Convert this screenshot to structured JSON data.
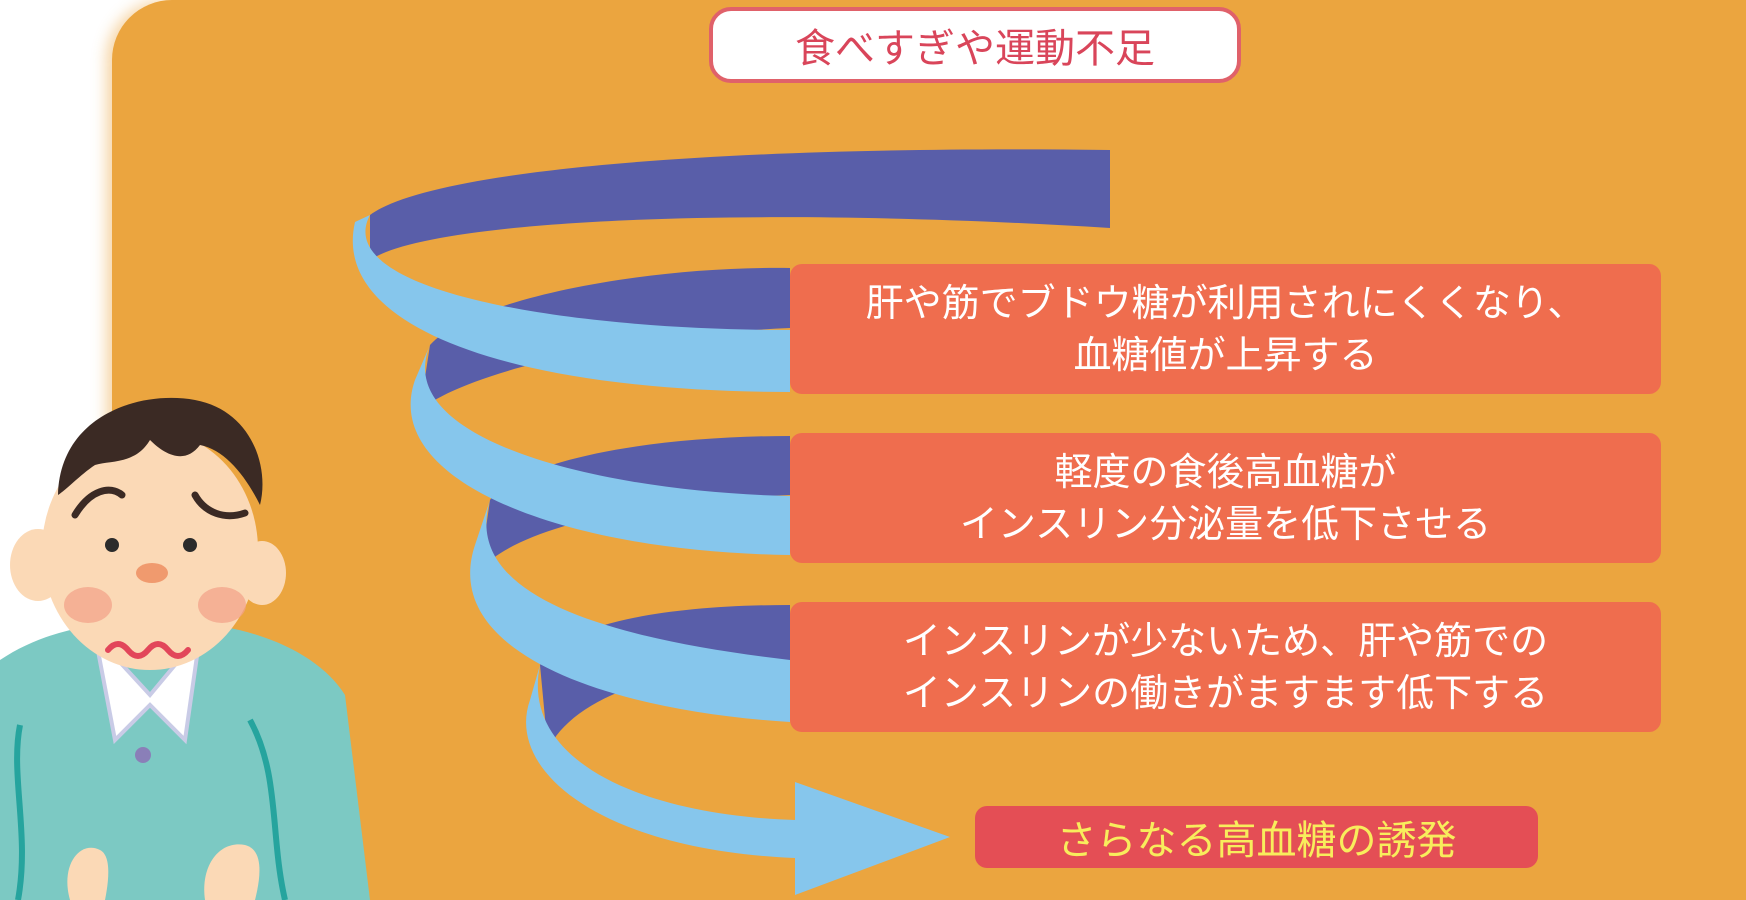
{
  "top_label": "食べすぎや運動不足",
  "steps": [
    {
      "lines": [
        "肝や筋でブドウ糖が利用されにくくなり、",
        "血糖値が上昇する"
      ]
    },
    {
      "lines": [
        "軽度の食後高血糖が",
        "インスリン分泌量を低下させる"
      ]
    },
    {
      "lines": [
        "インスリンが少ないため、肝や筋での",
        "インスリンの働きがますます低下する"
      ]
    }
  ],
  "result": "さらなる高血糖の誘発",
  "colors": {
    "background": "#eba53f",
    "spiral_front": "#86c6ec",
    "spiral_back": "#595ea9",
    "step_box": "#ef6d4e",
    "result_box": "#e44e55",
    "result_text": "#f8ed5c",
    "top_label_border": "#e0616a",
    "top_label_text": "#d9455a"
  },
  "illustration": "worried-man-icon"
}
